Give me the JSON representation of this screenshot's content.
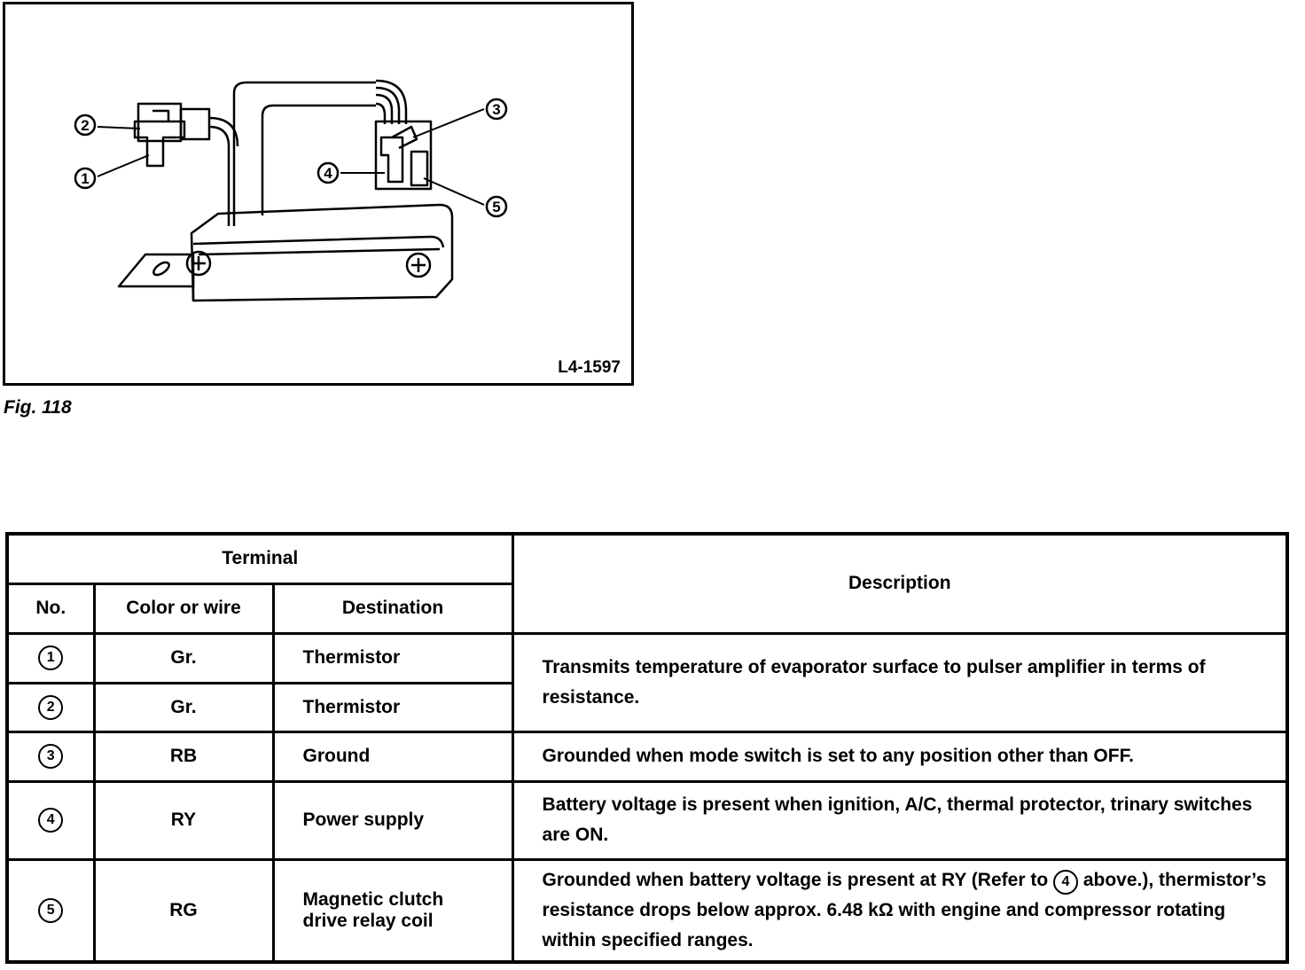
{
  "figure": {
    "code": "L4-1597",
    "caption": "Fig. 118",
    "callouts": [
      "2",
      "1",
      "3",
      "4",
      "5"
    ]
  },
  "table": {
    "header_group": "Terminal",
    "columns": [
      "No.",
      "Color or wire",
      "Destination",
      "Description"
    ],
    "rows": [
      {
        "no": "1",
        "color": "Gr.",
        "destination": "Thermistor"
      },
      {
        "no": "2",
        "color": "Gr.",
        "destination": "Thermistor"
      },
      {
        "no": "3",
        "color": "RB",
        "destination": "Ground",
        "description": "Grounded when mode switch is set to any position other than OFF."
      },
      {
        "no": "4",
        "color": "RY",
        "destination": "Power supply",
        "description": "Battery voltage is present when ignition, A/C, thermal protector, trinary switches are ON."
      },
      {
        "no": "5",
        "color": "RG",
        "destination": "Magnetic clutch\ndrive relay coil",
        "description_pre": "Grounded when battery voltage is present at RY (Refer to",
        "description_ref": "4",
        "description_post": "above.), thermistor’s resistance drops below approx. 6.48 kΩ with engine and compressor rotating within specified ranges."
      }
    ],
    "shared_description_1_2": "Transmits temperature of evaporator surface to pulser amplifier in terms of resistance."
  }
}
